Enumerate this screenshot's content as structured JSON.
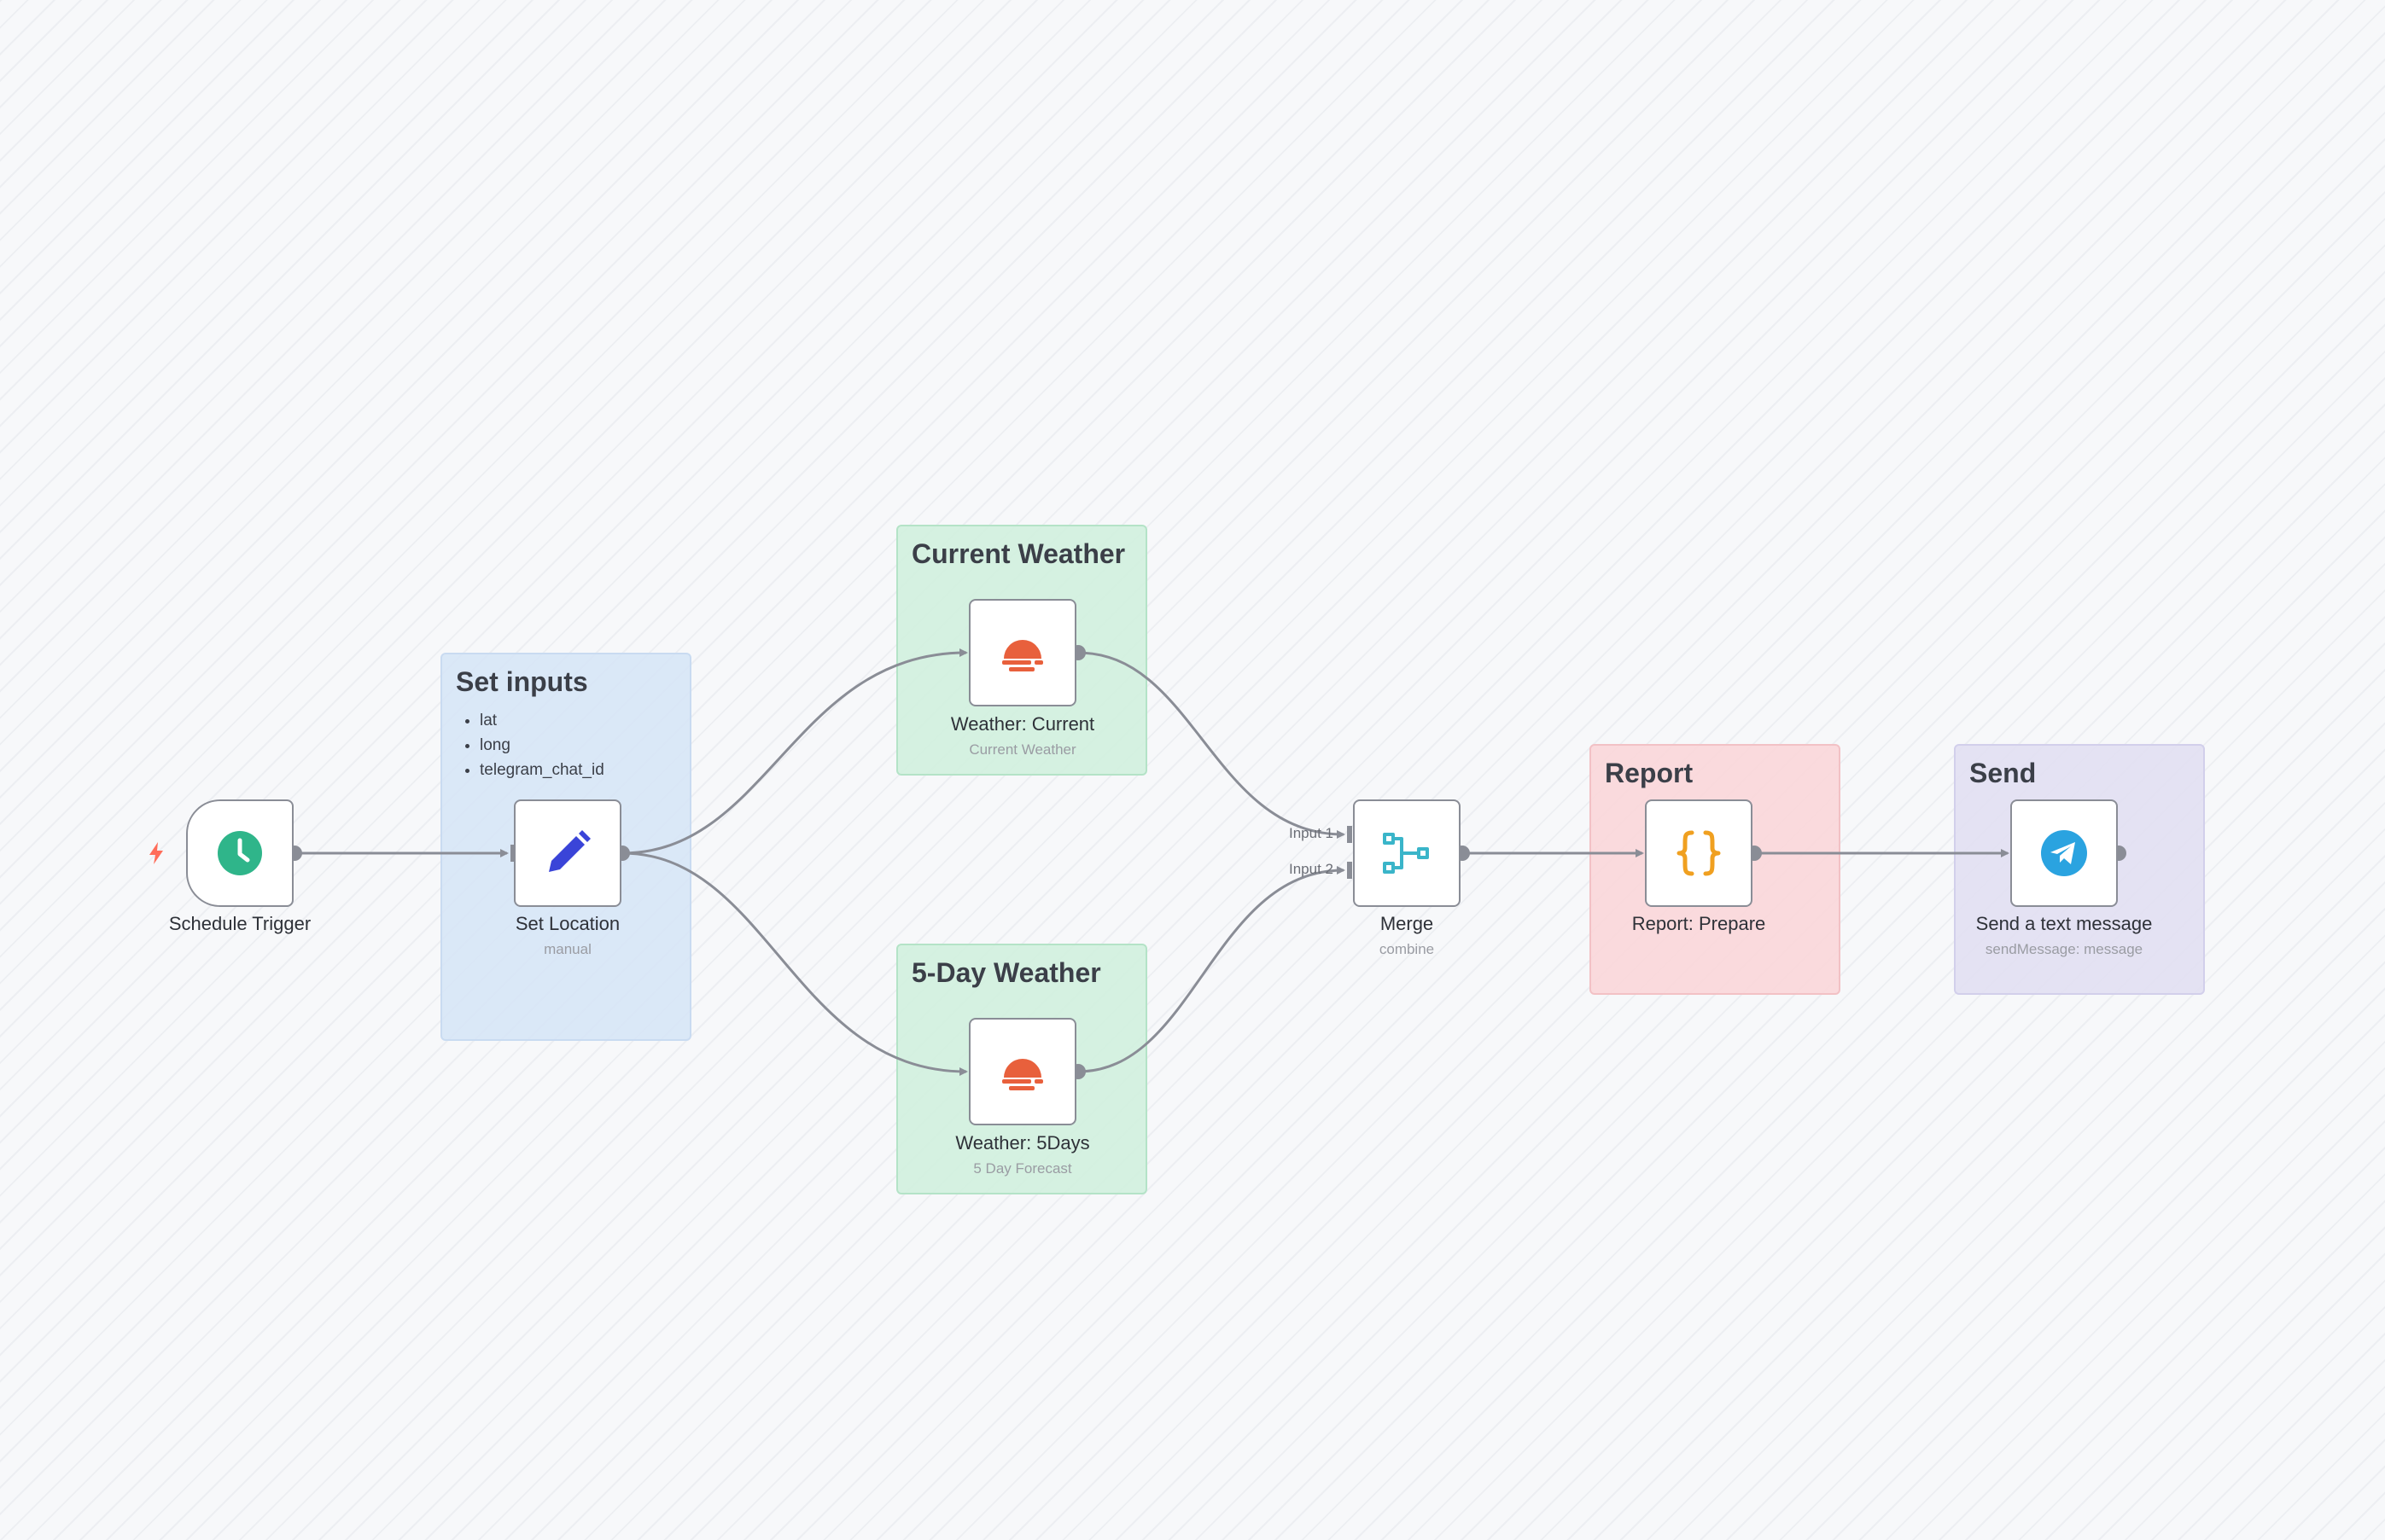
{
  "canvas": {
    "stickies": {
      "set_inputs": {
        "title": "Set inputs",
        "items": [
          "lat",
          "long",
          "telegram_chat_id"
        ]
      },
      "current_weather": {
        "title": "Current Weather"
      },
      "five_day_weather": {
        "title": "5-Day Weather"
      },
      "report": {
        "title": "Report"
      },
      "send": {
        "title": "Send"
      }
    },
    "nodes": {
      "schedule_trigger": {
        "label": "Schedule Trigger",
        "icon": "clock-icon"
      },
      "set_location": {
        "label": "Set Location",
        "subtitle": "manual",
        "icon": "pencil-icon"
      },
      "weather_current": {
        "label": "Weather: Current",
        "subtitle": "Current Weather",
        "icon": "openweathermap-icon"
      },
      "weather_5days": {
        "label": "Weather: 5Days",
        "subtitle": "5 Day Forecast",
        "icon": "openweathermap-icon"
      },
      "merge": {
        "label": "Merge",
        "subtitle": "combine",
        "icon": "merge-icon",
        "inputs": [
          "Input 1",
          "Input 2"
        ]
      },
      "report_prepare": {
        "label": "Report: Prepare",
        "icon": "code-braces-icon"
      },
      "send_message": {
        "label": "Send a text message",
        "subtitle": "sendMessage: message",
        "icon": "telegram-icon"
      }
    }
  },
  "colors": {
    "trigger_green": "#2fb58a",
    "pencil_blue": "#3a44d8",
    "weather_orange": "#e8603c",
    "merge_teal": "#3ab5c9",
    "code_orange": "#f0a020",
    "telegram_blue": "#2aa3e0",
    "connection_gray": "#8a8d96",
    "trigger_bolt": "#ff6d5a"
  }
}
